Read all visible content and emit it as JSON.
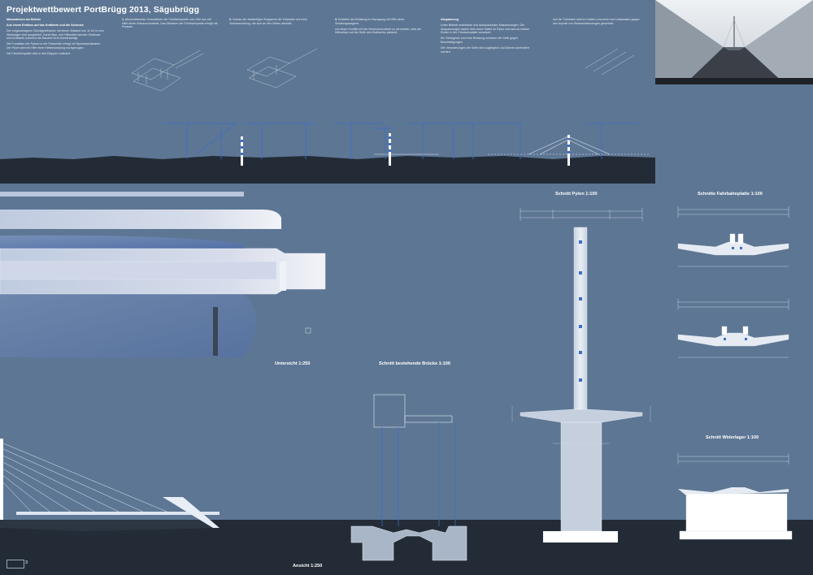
{
  "title": "Projektwettbewert PortBrügg 2013, Sägubrügg",
  "page_number": "3",
  "text_columns": [
    {
      "heading": "Massnahmen am Brücke",
      "subheading": "Aus einem Einfluss auf das Kraftwerk und die Schleuse",
      "paragraphs": [
        "Der vorgeschlagene Schrägseilbrücke mit einem Abstand von 11.00 m vom Widerlager wird ausgeführt. Durch Bau- und Hilfsmittel werden Schleuse und Kraftwerk während der Bauzeit nicht beeinträchtigt.",
        "Die Fundation der Pylone in der Flussmitte erfolgt mit Spundwandkasten. Der Pylon wird mit Hilfe einer Kletterschalung hochgezogen.",
        "Die Fahrbahnplatte wird in drei Etappen realisiert."
      ]
    },
    {
      "heading": "1.",
      "paragraphs": [
        "Abschnittsweise Vorschieben der Fahrbahnplatte vom Ufer aus mit Hilfe eines Vorbauschnabels. Das Ablassen der Fahrbahnplatte erfolgt mit Pressen."
      ]
    },
    {
      "heading": "2.",
      "paragraphs": [
        "Vorbau der beidseitigen Kragarme der Fahrbahn mit einer Vorbauschalung, die sich an den Seilen abstützt."
      ]
    },
    {
      "heading": "3.",
      "paragraphs": [
        "Erstellen der Brüstung im Nachgang mit Hilfe eines Schalungswagens.",
        "Um einen Konflikt mit der Schleusenzufahrt zu vermeiden, wird die Hilfsstütze auf der Seite des Kraftwerks platziert."
      ]
    },
    {
      "heading": "Abspannung",
      "paragraphs": [
        "Unter Betrieb erstellbare und austauschbare Abspannungen. Die Abspannungen laufen über einen Sattel im Pylon und sind an beiden Enden in der Fahrbahnplatte verankert.",
        "Ein Schlagnetz und eine Brüstung schützen die Seile gegen Beschädigungen.",
        "Die Verankerungen der Seile sind zugänglich und können kontrolliert werden."
      ]
    },
    {
      "heading": "",
      "paragraphs": [
        "Auf der Fahrbahn sind im Kasten Leerrohre und Leitplanken gegen den Anprall von Strassenfahrzeugen geschützt."
      ]
    }
  ],
  "drawing_labels": {
    "untersicht": "Untersicht 1:250",
    "ansicht": "Ansicht 1:250",
    "schnitt_bestehende": "Schnitt bestehende Brücke 1:100",
    "schnitt_pylon": "Schnitt Pylon 1:100",
    "schnitte_fahrbahnplatte": "Schnitte Fahrbahnplatte 1:100",
    "schnitt_widerlager": "Schnitt Widerlager 1:100"
  },
  "colors": {
    "background": "#5d7694",
    "dark_ground": "#232b36",
    "section_fill": "#bcc8d6",
    "line": "#dce4ee",
    "crane": "#3d6fc7"
  }
}
